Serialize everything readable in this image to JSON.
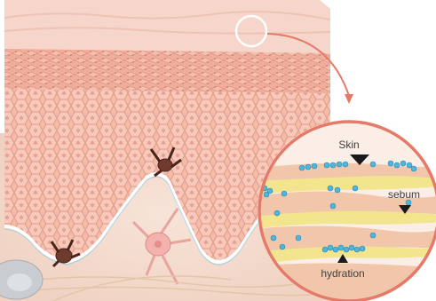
{
  "labels": {
    "skin": "Skin",
    "sebum": "sebum",
    "hydration": "hydration"
  },
  "colors": {
    "epidermis": "#f2b3a3",
    "cell_fill": "#f7c6b8",
    "cell_border": "#e08f7f",
    "dermis": "#f4d8c9",
    "inset_ring": "#e57a68",
    "sebum": "#f2e58e",
    "skin_layer": "#f2c6ab",
    "droplet": "#4fb6d9",
    "arrow": "#1a1a1a"
  }
}
